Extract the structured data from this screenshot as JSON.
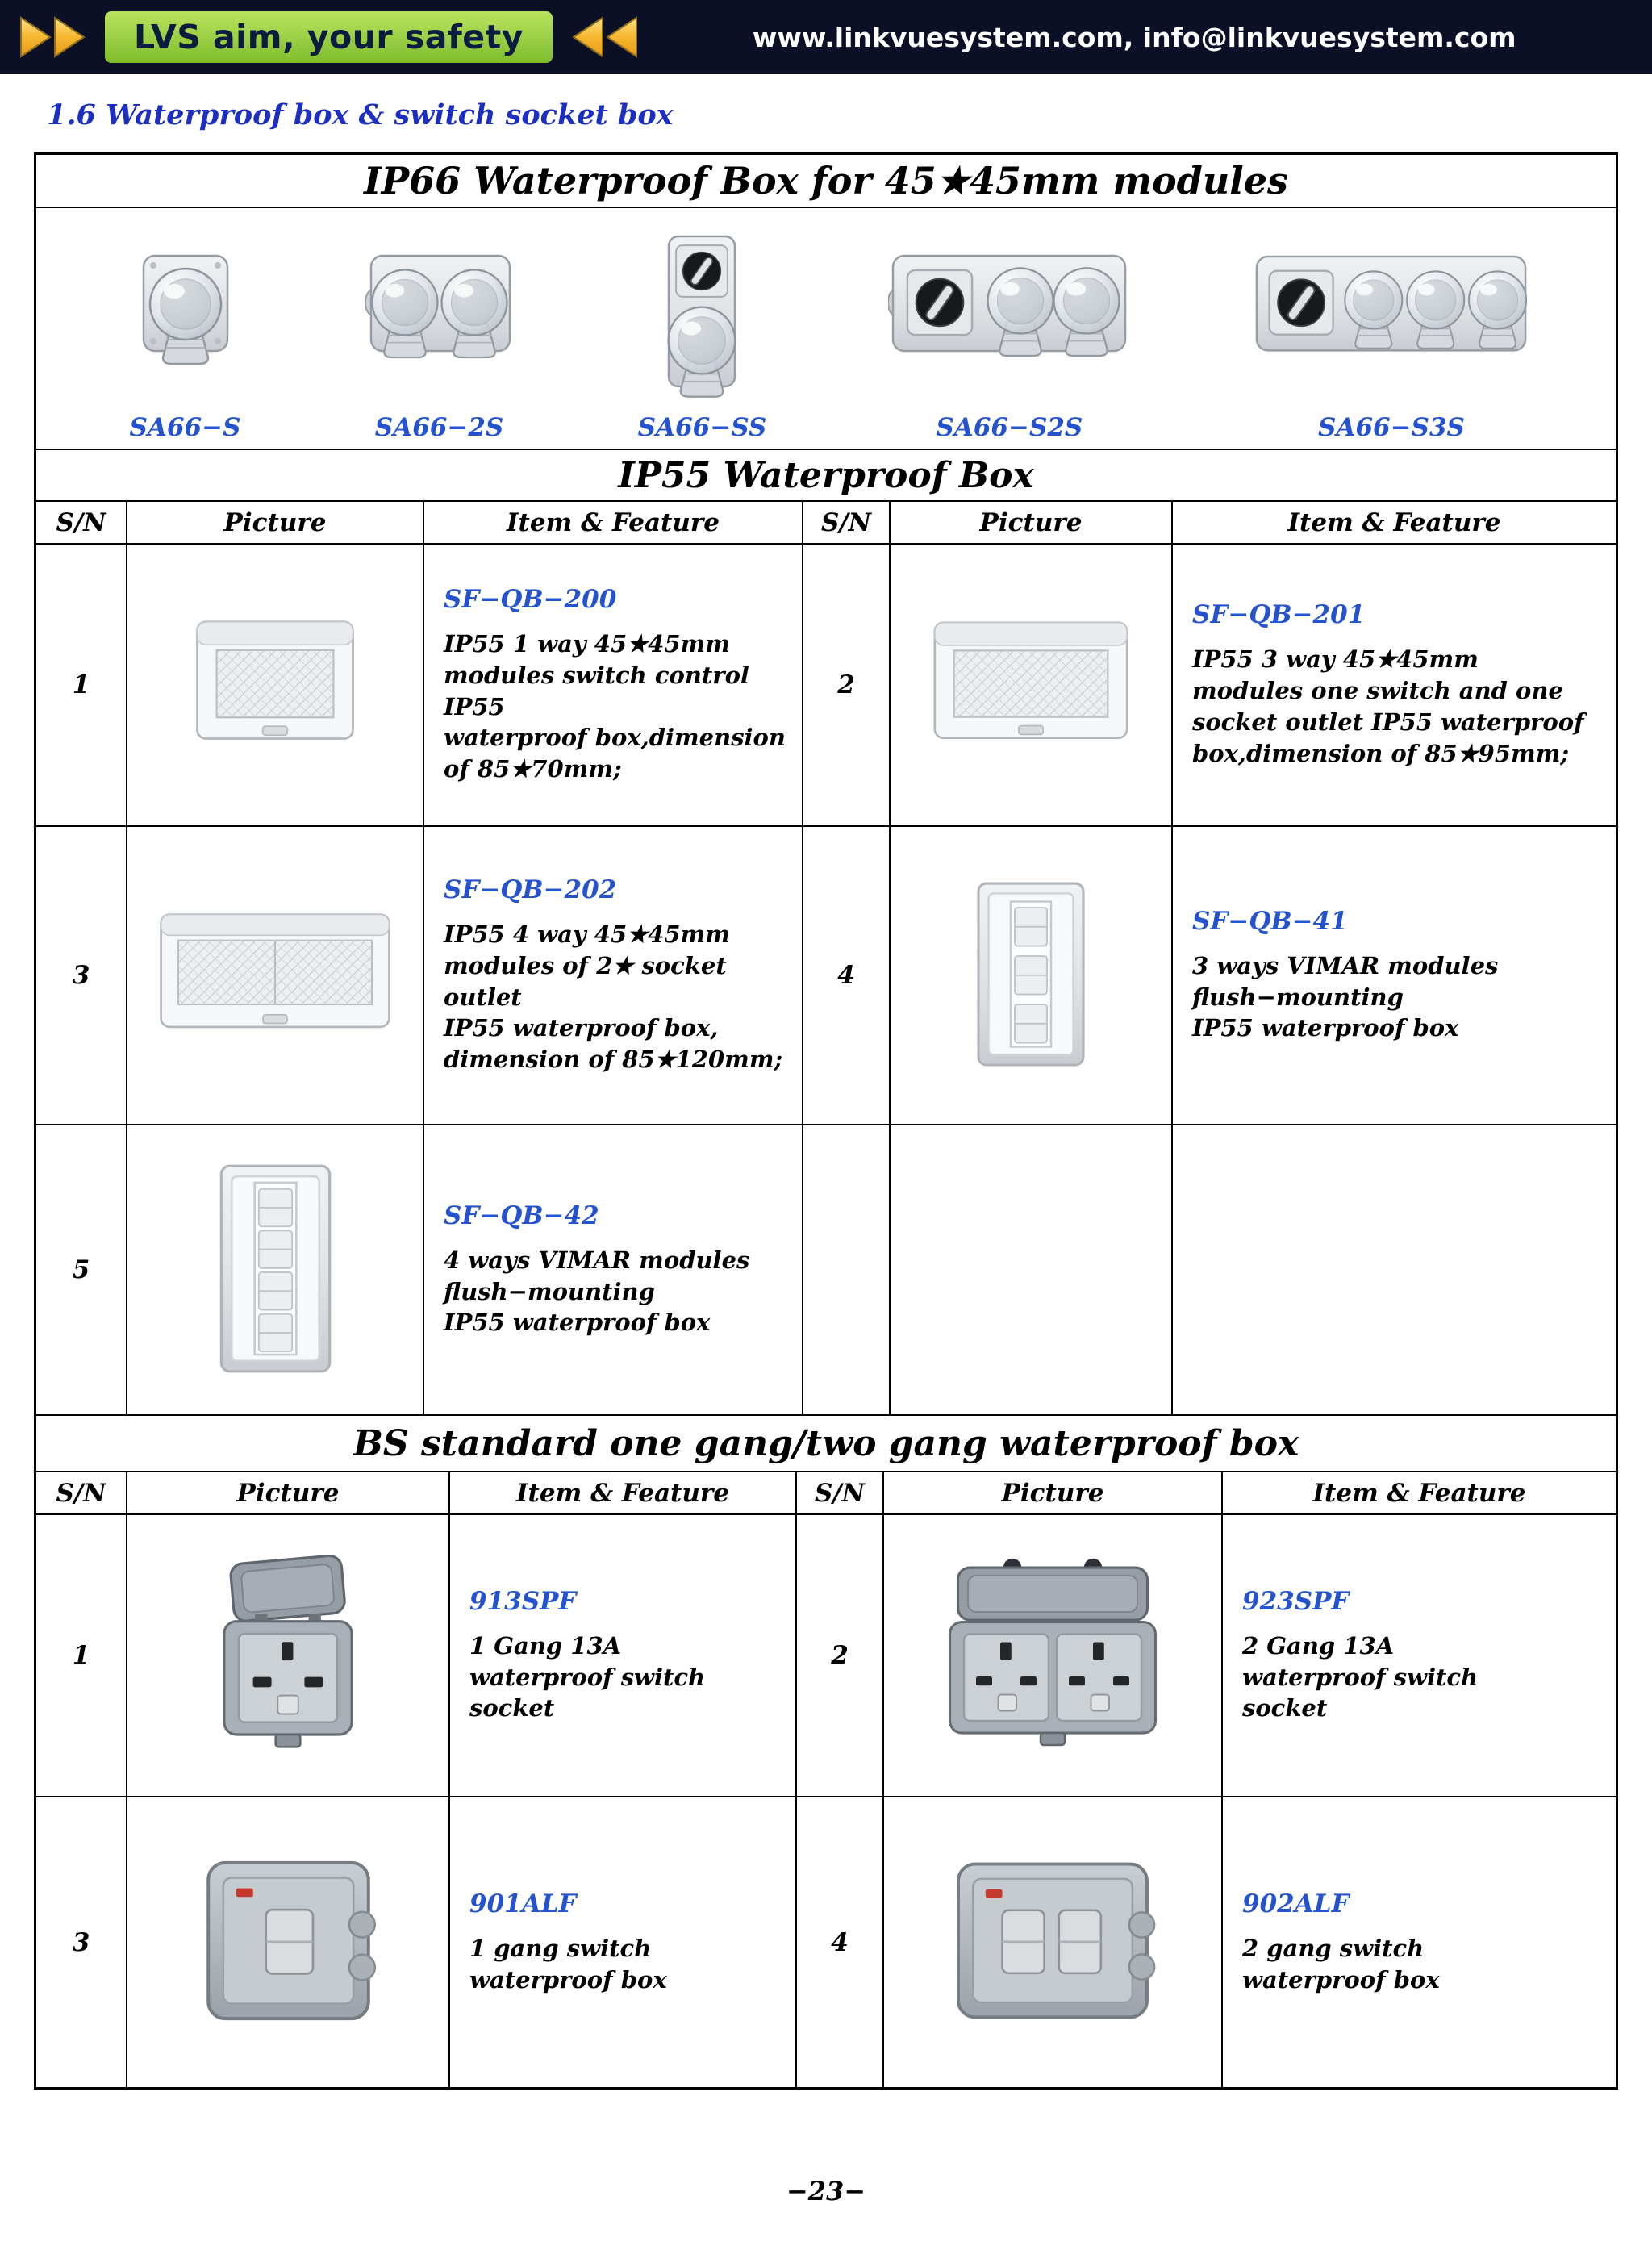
{
  "topbar": {
    "slogan": "LVS aim, your safety",
    "contact": "www.linkvuesystem.com,  info@linkvuesystem.com"
  },
  "section_heading": "1.6 Waterproof box & switch socket box",
  "ip66": {
    "title": "IP66 Waterproof Box for 45★45mm modules",
    "products": [
      "SA66−S",
      "SA66−2S",
      "SA66−SS",
      "SA66−S2S",
      "SA66−S3S"
    ]
  },
  "ip55": {
    "title": "IP55 Waterproof Box",
    "headers": {
      "sn": "S/N",
      "picture": "Picture",
      "item": "Item & Feature"
    },
    "rows": [
      {
        "left": {
          "sn": "1",
          "code": "SF−QB−200",
          "feature": "IP55 1 way 45★45mm\nmodules switch control IP55\nwaterproof box,dimension\nof 85★70mm;"
        },
        "right": {
          "sn": "2",
          "code": "SF−QB−201",
          "feature": "IP55 3 way 45★45mm\nmodules one switch and one\nsocket outlet IP55 waterproof\nbox,dimension of 85★95mm;"
        }
      },
      {
        "left": {
          "sn": "3",
          "code": "SF−QB−202",
          "feature": "IP55 4 way 45★45mm\nmodules of 2★ socket outlet\nIP55 waterproof box,\ndimension of 85★120mm;"
        },
        "right": {
          "sn": "4",
          "code": "SF−QB−41",
          "feature": "3 ways VIMAR modules\nflush−mounting\nIP55 waterproof box"
        }
      },
      {
        "left": {
          "sn": "5",
          "code": "SF−QB−42",
          "feature": "4 ways VIMAR modules\nflush−mounting\nIP55 waterproof box"
        },
        "right": {
          "sn": "",
          "code": "",
          "feature": ""
        }
      }
    ]
  },
  "bs": {
    "title": "BS standard one gang/two gang waterproof box",
    "headers": {
      "sn": "S/N",
      "picture": "Picture",
      "item": "Item & Feature"
    },
    "rows": [
      {
        "left": {
          "sn": "1",
          "code": "913SPF",
          "feature": "1 Gang 13A\nwaterproof switch\nsocket"
        },
        "right": {
          "sn": "2",
          "code": "923SPF",
          "feature": "2 Gang 13A\nwaterproof switch\nsocket"
        }
      },
      {
        "left": {
          "sn": "3",
          "code": "901ALF",
          "feature": "1 gang switch\nwaterproof  box"
        },
        "right": {
          "sn": "4",
          "code": "902ALF",
          "feature": "2 gang switch\nwaterproof box"
        }
      }
    ]
  },
  "footer": {
    "page_number": "−23−"
  }
}
